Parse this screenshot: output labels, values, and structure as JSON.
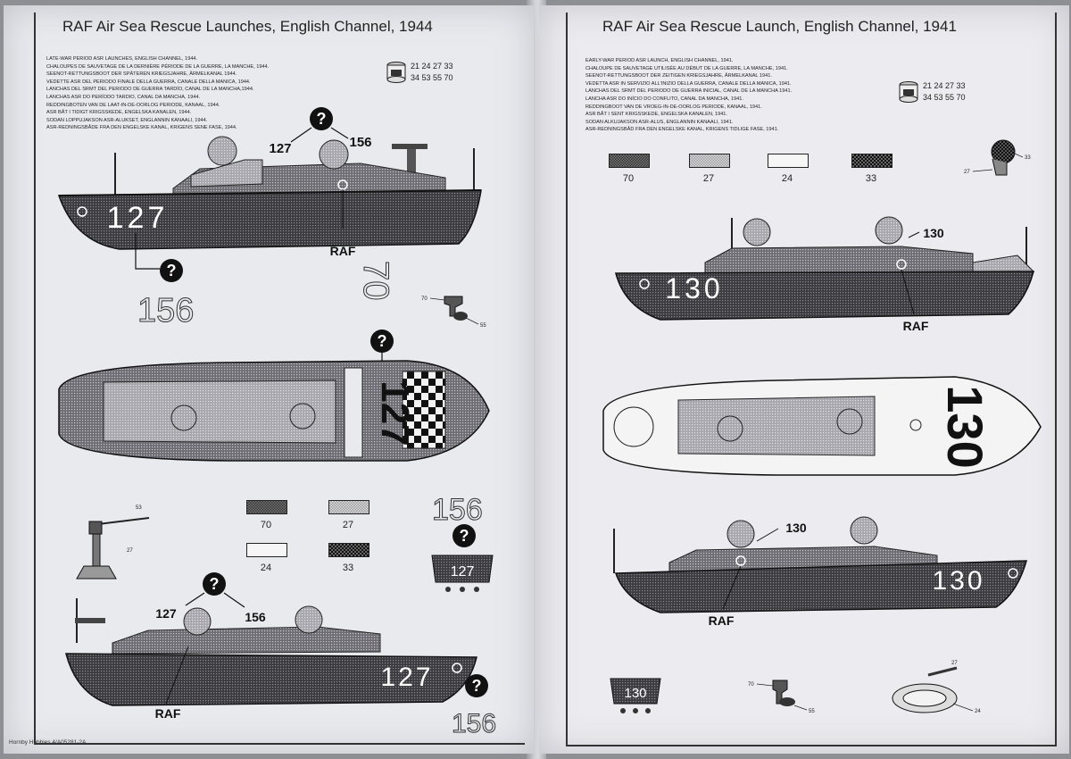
{
  "left_page": {
    "title": "RAF Air Sea Rescue Launches, English Channel, 1944",
    "languages": [
      "Late-war period ASR launches, English Channel, 1944.",
      "Chaloupes de sauvetage de la dernière période de la guerre, la Manche, 1944.",
      "Seenot-Rettungsboot der späteren Kriegsjahre, Ärmelkanal 1944.",
      "Vedette ASR del periodo finale della guerra, canale della Manica, 1944.",
      "Lanchas del SRMT del periodo de guerra tardío, canal de la Mancha,1944.",
      "Lanchas ASR do período tardio, canal da Mancha, 1944.",
      "Reddingboten van de laat-in-de-oorlog periode, kanaal, 1944.",
      "ASR båt i tidigt krigsskede, engelska kanalen, 1944.",
      "Sodan loppujakson ASR-alukset, Englannin kanaali, 1944.",
      "ASR-redningsbåde fra den engelske kanal, krigens sene fase, 1944."
    ],
    "paint_codes": [
      "21 24 27 33",
      "34 53 55 70"
    ],
    "numbers": {
      "n127": "127",
      "n156": "156",
      "n70": "70"
    },
    "raf": "RAF",
    "question": "?",
    "callouts": {
      "c70": "70",
      "c55": "55",
      "c53": "53",
      "c27": "27"
    },
    "swatches": [
      {
        "code": "70",
        "pattern": "dark"
      },
      {
        "code": "27",
        "pattern": "light"
      },
      {
        "code": "24",
        "pattern": "white"
      },
      {
        "code": "33",
        "pattern": "checker"
      }
    ],
    "footer": "Hornby Hobbies 4/A05281-2A"
  },
  "right_page": {
    "title": "RAF Air Sea Rescue Launch, English Channel, 1941",
    "languages": [
      "Early-war period ASR launch, English Channel, 1941.",
      "Chaloupe de sauvetage utilisée au début de la guerre, la Manche, 1941.",
      "Seenot-Rettungsboot der zeitigen Kriegsjahre, Ärmelkanal 1941.",
      "Vedetta ASR in servizio all'inizio della guerra, canale della Manica, 1941.",
      "Lanchas del SRMT del periodo de guerra inicial, canal de la Mancha 1941.",
      "Lancha ASR do início do conflito, canal da Mancha, 1941.",
      "Reddingboot van de vroeg-in-de-oorlog periode, kanaal, 1941.",
      "ASR båt i sent krigsskede, engelska kanalen, 1941.",
      "Sodan alkujakson ASR-alus, Englannin kanaali, 1941.",
      "ASR-redningsbåd fra den engelske kanal, krigens tidlige fase, 1941."
    ],
    "paint_codes": [
      "21 24 27 33",
      "34 53 55 70"
    ],
    "number": "130",
    "raf": "RAF",
    "callouts": {
      "c33": "33",
      "c27": "27",
      "c70": "70",
      "c55": "55",
      "c24": "24"
    },
    "swatches": [
      {
        "code": "70",
        "pattern": "dark"
      },
      {
        "code": "27",
        "pattern": "light"
      },
      {
        "code": "24",
        "pattern": "white"
      },
      {
        "code": "33",
        "pattern": "checker"
      }
    ]
  },
  "colors": {
    "hull": "#3a3a3e",
    "deck": "#9a9aa0",
    "paper": "#e9eaee",
    "ink": "#222222"
  }
}
